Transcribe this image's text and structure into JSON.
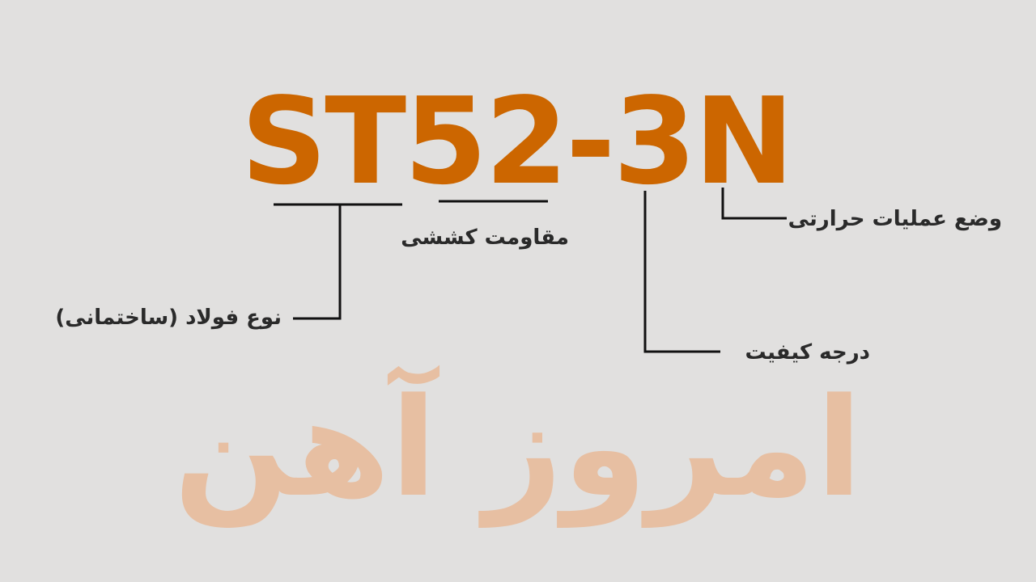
{
  "colors": {
    "background": "#e1e0df",
    "accent": "#cc6600",
    "line": "#111111",
    "label_text": "#2a2a2a",
    "watermark": "#e9b48e"
  },
  "code": {
    "steel_type": "ST",
    "strength": "52",
    "separator": "-",
    "quality": "3",
    "heat_treatment": "N"
  },
  "labels": {
    "steel_type": "نوع فولاد (ساختمانی)",
    "strength": "مقاومت کششی",
    "quality": "درجه کیفیت",
    "heat_treatment": "وضع عملیات حرارتی"
  },
  "watermark": {
    "text": "امروز آهن"
  }
}
